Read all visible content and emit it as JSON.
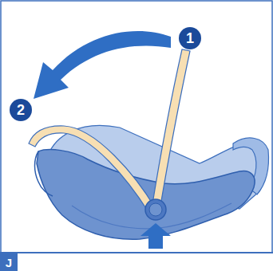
{
  "diagram": {
    "labels": [
      "1",
      "2",
      "J"
    ]
  }
}
